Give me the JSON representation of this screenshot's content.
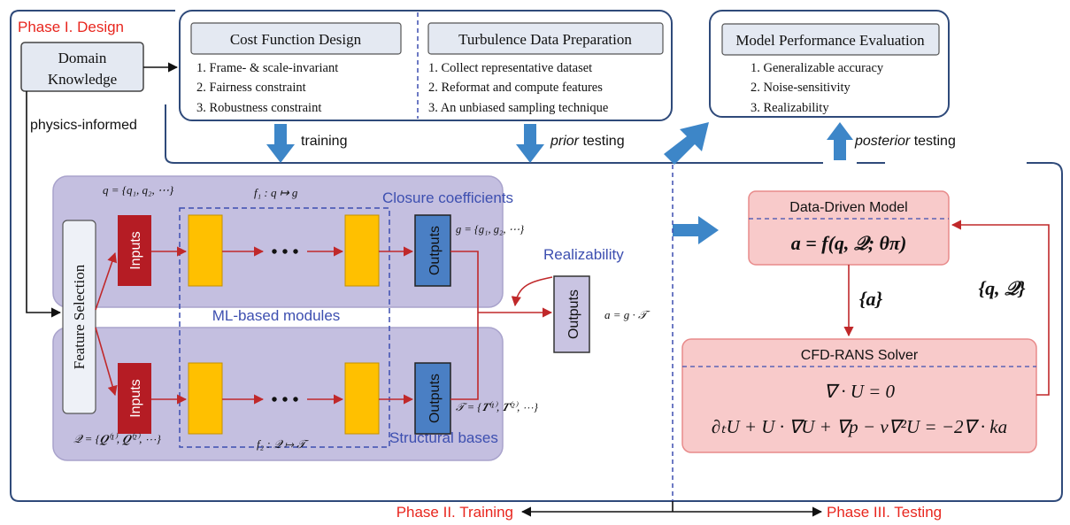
{
  "phase1": {
    "title": "Phase I. Design",
    "domain_knowledge": [
      "Domain",
      "Knowledge"
    ],
    "physics_informed": "physics-informed",
    "cost_function": {
      "title": "Cost Function Design",
      "items": [
        "1.   Frame- & scale-invariant",
        "2.   Fairness constraint",
        "3.   Robustness constraint"
      ]
    },
    "turbulence_data": {
      "title": "Turbulence Data Preparation",
      "items": [
        "1.   Collect representative dataset",
        "2.   Reformat and compute features",
        "3.   An unbiased sampling technique"
      ]
    },
    "model_eval": {
      "title": "Model Performance Evaluation",
      "items": [
        "1.   Generalizable accuracy",
        "2.   Noise-sensitivity",
        "3.   Realizability"
      ]
    },
    "training_label": "training",
    "prior_word": "prior",
    "prior_rest": " testing",
    "posterior_word": "posterior",
    "posterior_rest": " testing"
  },
  "phase2": {
    "title": "Phase II. Training",
    "feature_selection": "Feature   Selection",
    "inputs_label": "Inputs",
    "outputs_label": "Outputs",
    "ellipsis": "• • •",
    "closure_coefficients": "Closure coefficients",
    "structural_bases": "Structural bases",
    "ml_modules": "ML-based modules",
    "realizability": "Realizability",
    "q_set": "q = {q₁, q₂, ⋯}",
    "f1_map": "f₁ : q ↦ g",
    "g_set": "g = {g₁, g₂, ⋯}",
    "Q_set": "𝒬 = {𝑸⁽¹⁾, 𝑸⁽²⁾, ⋯}",
    "f2_map": "f₂ : 𝒬 ↦ 𝒯",
    "T_set": "𝒯 = {𝑻⁽¹⁾, 𝑻⁽²⁾, ⋯}",
    "a_eq": "a = g · 𝒯"
  },
  "phase3": {
    "title": "Phase III. Testing",
    "ddm_title": "Data-Driven Model",
    "ddm_eq": "a = f(q, 𝒬; θπ)",
    "a_set": "{a}",
    "qQ_set": "{q, 𝒬}",
    "solver_title": "CFD-RANS Solver",
    "continuity": "∇ · U = 0",
    "momentum": "∂ₜU + U · ∇U + ∇p − ν∇²U = −2∇ · ka"
  },
  "colors": {
    "phase_red": "#e8261e",
    "label_blue": "#3d4fb0",
    "arrow_blue": "#3d86c8",
    "inputs_red": "#b51c24",
    "outputs_blue": "#4a7fc4",
    "hidden_yellow": "#ffc000",
    "module_lavender": "#c4bfe0",
    "ddm_pink": "#f8caca"
  }
}
